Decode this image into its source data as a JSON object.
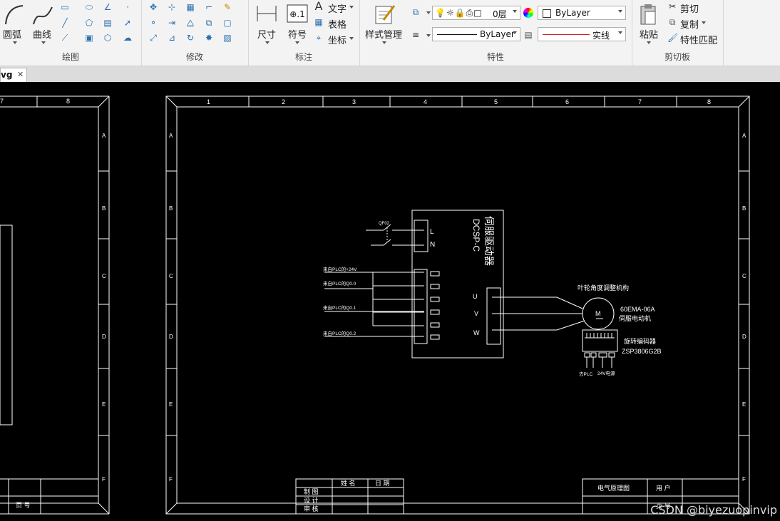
{
  "ribbon": {
    "draw": {
      "label": "绘图",
      "arc": "圆弧",
      "curve": "曲线"
    },
    "modify": {
      "label": "修改"
    },
    "annotate": {
      "label": "标注",
      "dimension": "尺寸",
      "symbol": "符号",
      "text": "文字",
      "table": "表格",
      "coordinate": "坐标"
    },
    "properties": {
      "label": "特性",
      "style_manager": "样式管理",
      "layer_value": "0层",
      "color_value": "ByLayer",
      "linetype_value": "ByLayer",
      "lineweight_value": "实线"
    },
    "clipboard": {
      "label": "剪切板",
      "paste": "粘贴",
      "cut": "剪切",
      "copy": "复制",
      "match": "特性匹配"
    }
  },
  "tab": {
    "name": "vg",
    "close": "✕"
  },
  "drawing": {
    "col_numbers": [
      "1",
      "2",
      "3",
      "4",
      "5",
      "6",
      "7",
      "8"
    ],
    "row_letters": [
      "A",
      "B",
      "C",
      "D",
      "E",
      "F"
    ],
    "left_partial_cols": [
      "7",
      "8"
    ],
    "left_page_label": "页 号",
    "title_block": {
      "name": "姓 名",
      "date": "日 期",
      "draw": "制 图",
      "design": "设 计",
      "review": "审 核",
      "diagram_title": "电气原理图",
      "user": "用 户",
      "page": "页 号"
    },
    "circuit": {
      "breaker": "QF02",
      "drive_title": "伺服驱动器",
      "drive_model": "DCSP-C",
      "terminal_L": "L",
      "terminal_N": "N",
      "signal_1": "来自PLC的+24V",
      "signal_2": "来自PLC的Q0.0",
      "signal_3": "来自PLC的Q0.1",
      "signal_4": "来自PLC的Q0.2",
      "terminal_U": "U",
      "terminal_V": "V",
      "terminal_W": "W",
      "mechanism": "叶轮角度调整机构",
      "motor_symbol": "M",
      "motor_model": "60EMA-06A",
      "motor_name": "伺服电动机",
      "encoder_name": "旋转编码器",
      "encoder_model": "ZSP3806G2B",
      "to_plc": "去PLC",
      "power": "24V电源"
    }
  },
  "watermark": "CSDN @biyezuopinvip",
  "colors": {
    "canvas_bg": "#000000",
    "lines": "#ffffff",
    "ribbon_bg": "#f3f3f3",
    "icon_blue": "#2a6fb0",
    "linetype_red": "#d02020"
  }
}
